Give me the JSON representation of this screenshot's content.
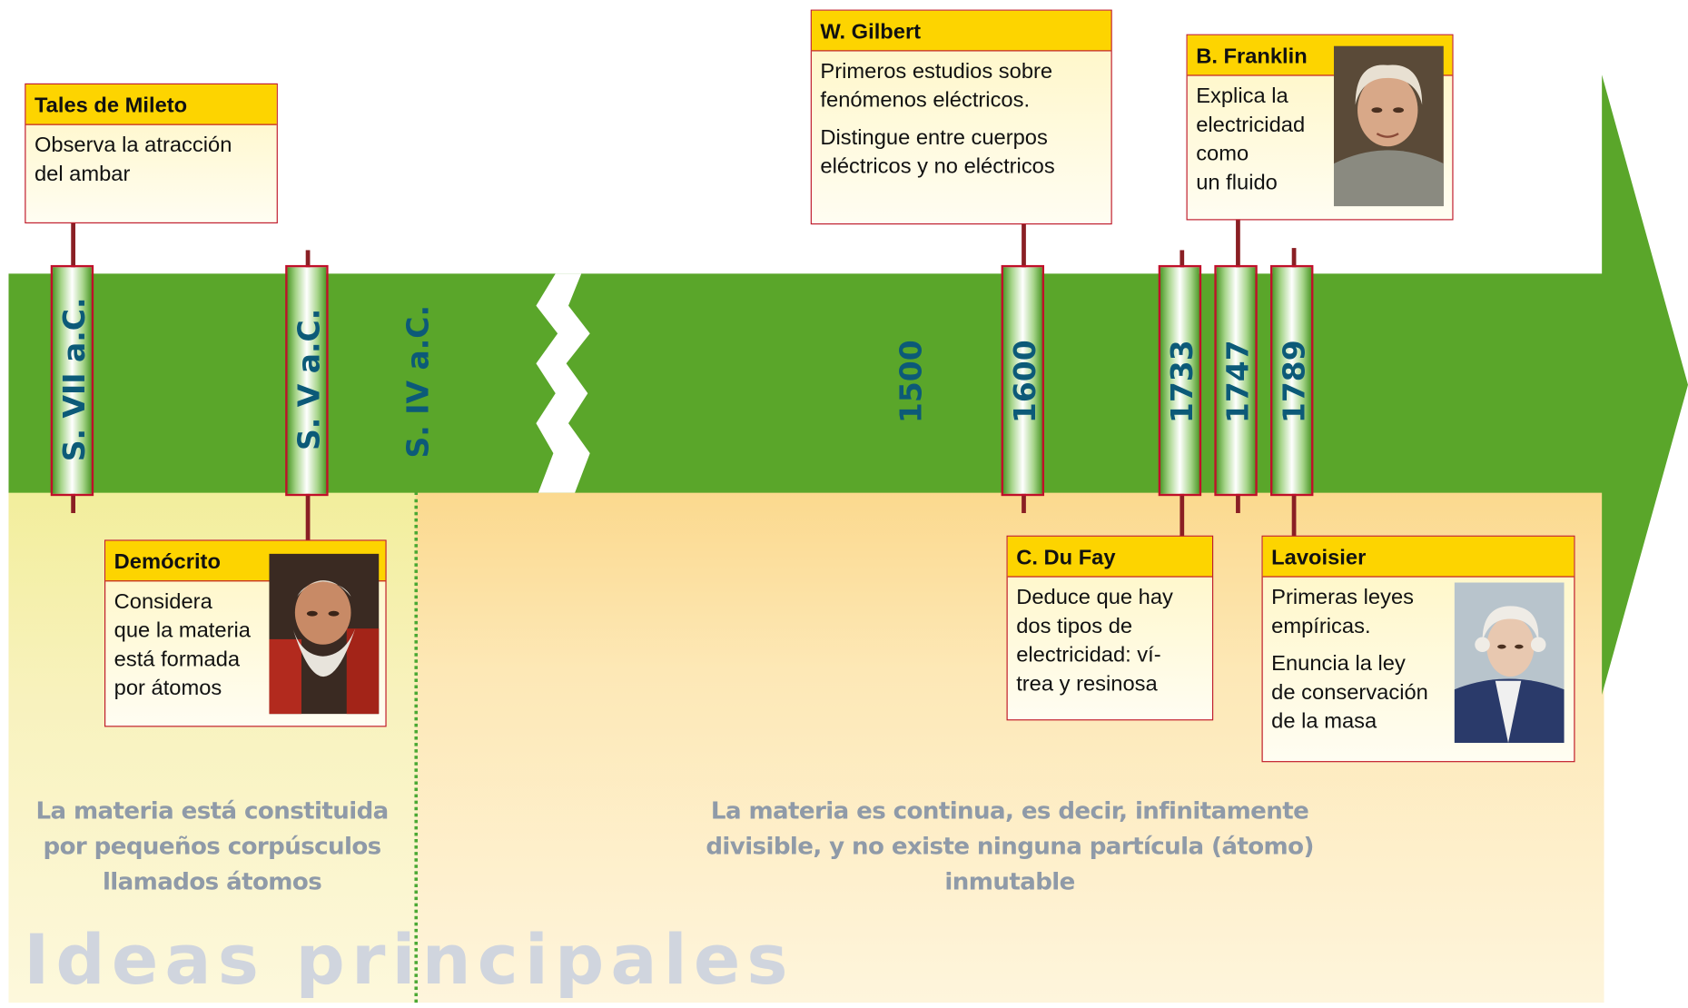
{
  "timeline": {
    "markers": {
      "s7": "S. VII a.C.",
      "s5": "S. V a.C.",
      "s4": "S. IV a.C.",
      "y1500": "1500",
      "y1600": "1600",
      "y1733": "1733",
      "y1747": "1747",
      "y1789": "1789"
    },
    "colors": {
      "band": "#5aa62a",
      "label": "#0c5a78",
      "header": "#fdd400",
      "border": "#c01c2c"
    }
  },
  "events": {
    "tales": {
      "name": "Tales de Mileto",
      "text": "Observa la atracción\ndel ambar"
    },
    "democrito": {
      "name": "Demócrito",
      "text": "Considera\nque la materia\nestá formada\npor átomos"
    },
    "gilbert": {
      "name": "W. Gilbert",
      "text1": "Primeros estudios sobre\nfenómenos eléctricos.",
      "text2": "Distingue entre cuerpos\neléctricos y no eléctricos"
    },
    "franklin": {
      "name": "B. Franklin",
      "text": "Explica la\nelectricidad\ncomo\nun fluido"
    },
    "dufay": {
      "name": "C. Du Fay",
      "text": "Deduce que hay\ndos tipos de\nelectricidad: ví-\ntrea y resinosa"
    },
    "lavoisier": {
      "name": "Lavoisier",
      "text1": "Primeras leyes\nempíricas.",
      "text2": "Enuncia la ley\nde conservación\nde la masa"
    }
  },
  "ideas": {
    "atomic": "La materia está constituida\npor pequeños corpúsculos\nllamados átomos",
    "continuous": "La materia es continua, es decir, infinitamente\ndivisible, y no existe ninguna partícula (átomo)\ninmutable",
    "heading": "Ideas principales"
  }
}
